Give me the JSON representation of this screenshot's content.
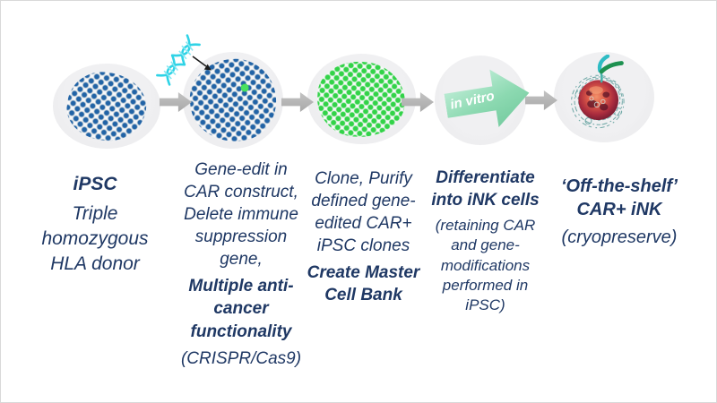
{
  "colors": {
    "caption_navy": "#1f3864",
    "ellipse_gray": "#ededee",
    "cell_dot_blue": "#2163a6",
    "cell_dot_green": "#32d348",
    "dna_cyan": "#2fd3e6",
    "connector_gray": "#ababab",
    "invitro_mint": "#8cd9b1"
  },
  "steps": [
    {
      "name": "ipsc-donor",
      "icon": "blue-cell-cluster-icon",
      "caption": {
        "b1": "iPSC",
        "r2": "Triple\nhomozygous\nHLA donor"
      }
    },
    {
      "name": "gene-edit",
      "icon": "edited-cell-cluster-icon",
      "overlay_icon": "dna-helix-icon",
      "caption": {
        "r1": "Gene-edit in\nCAR construct,\nDelete immune\nsuppression\ngene,",
        "b1": "Multiple anti-\ncancer\nfunctionality",
        "r2": "(CRISPR/Cas9)"
      }
    },
    {
      "name": "clone-purify",
      "icon": "green-clone-cluster-icon",
      "caption": {
        "r1": "Clone, Purify\ndefined gene-\nedited CAR+\niPSC clones",
        "b1": "Create Master\nCell Bank"
      }
    },
    {
      "name": "differentiate",
      "icon": "in-vitro-arrow-icon",
      "arrow_label": "in vitro",
      "caption": {
        "b1": "Differentiate\ninto iNK cells",
        "r2": "(retaining CAR\nand gene-\nmodifications\nperformed in\niPSC)"
      }
    },
    {
      "name": "off-the-shelf",
      "icon": "nk-cell-icon",
      "caption": {
        "b1": "‘Off-the-shelf’\nCAR+ iNK",
        "r2": "(cryopreserve)"
      }
    }
  ]
}
